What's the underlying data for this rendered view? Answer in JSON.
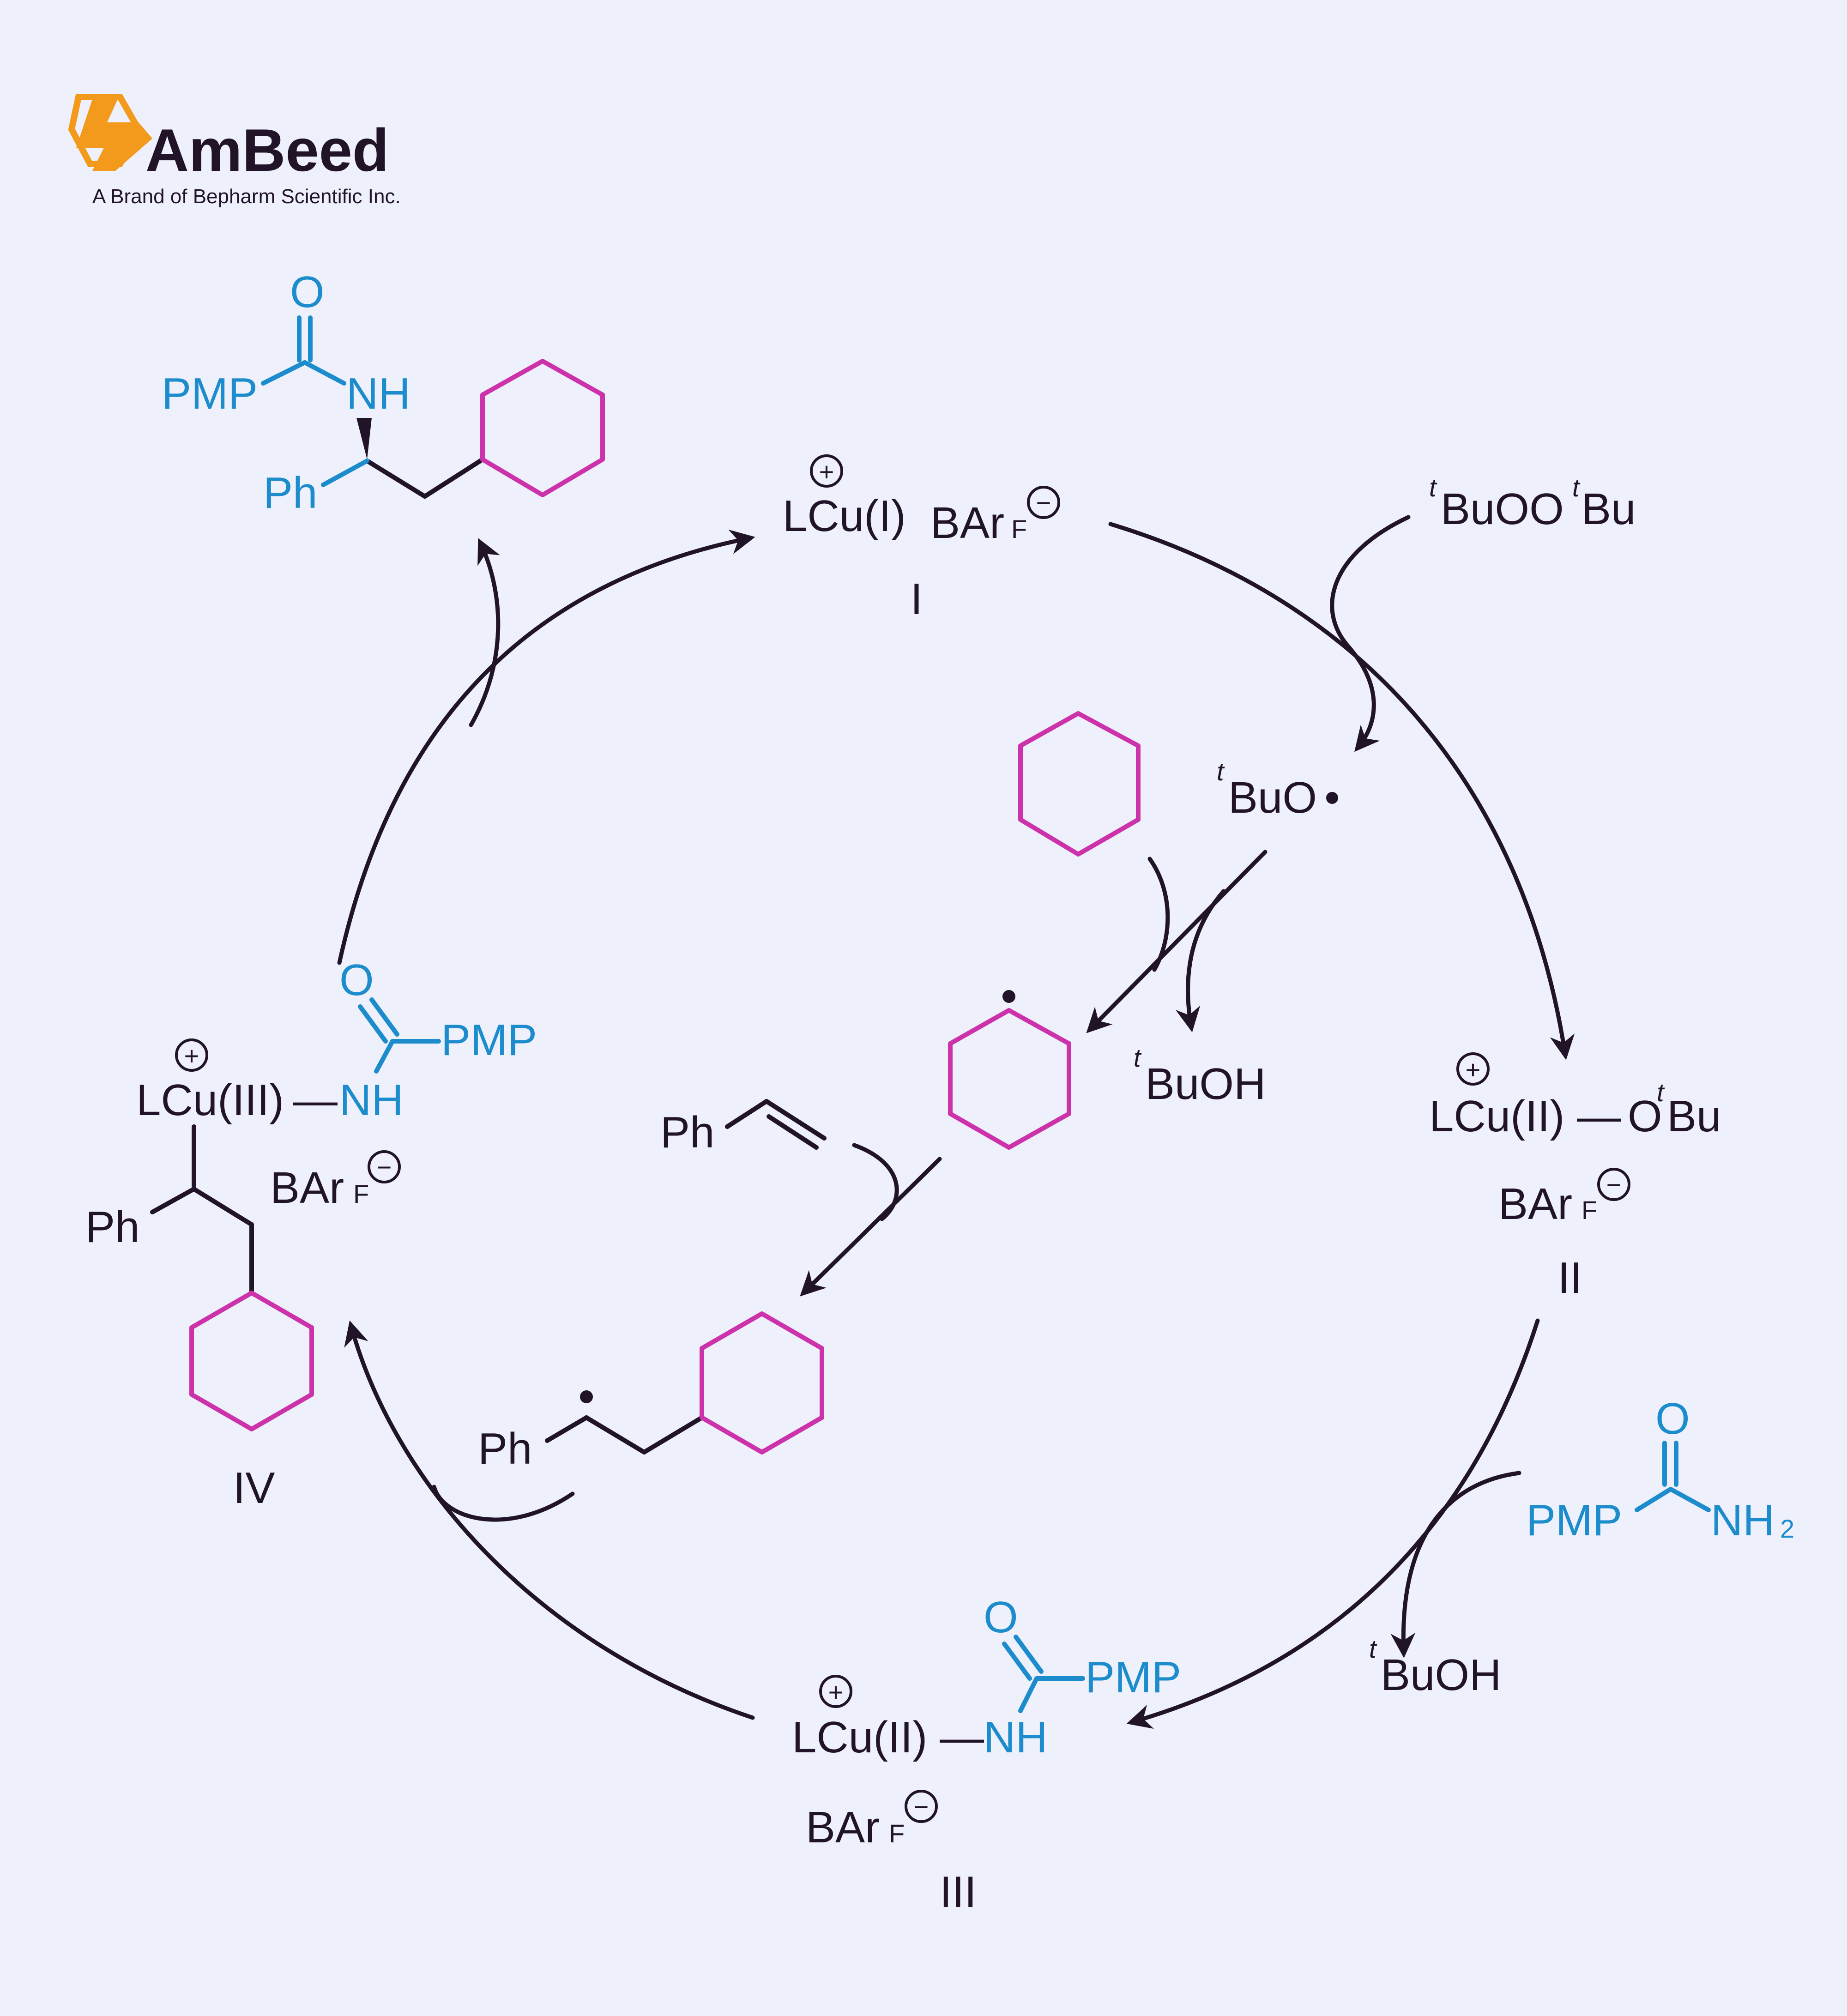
{
  "logo": {
    "brand": "AmBeed",
    "tagline": "A Brand of Bepharm Scientific Inc.",
    "colors": {
      "orange": "#f39a1c",
      "dark": "#221428"
    }
  },
  "colors": {
    "background": "#eef1fb",
    "ink": "#221428",
    "amide_blue": "#1c8ccc",
    "ring_magenta": "#cc33aa"
  },
  "labels": {
    "O": "O",
    "NH": "NH",
    "NH2": "NH",
    "sub2": "2",
    "PMP": "PMP",
    "Ph": "Ph",
    "t": "t",
    "BArF": "BAr",
    "F": "F",
    "plus": "+",
    "minus": "−"
  },
  "species": {
    "I": {
      "formula": "LCu(I)",
      "counterion": "BAr",
      "roman": "I"
    },
    "II": {
      "formula": "LCu(II)",
      "bond": "—",
      "ligand_o": "O",
      "ligand_bu": "Bu",
      "counterion": "BAr",
      "roman": "II"
    },
    "III": {
      "formula": "LCu(II)",
      "bond": "—",
      "ligand": "NH",
      "counterion": "BAr",
      "roman": "III"
    },
    "IV": {
      "formula": "LCu(III)",
      "bond": "—",
      "ligand": "NH",
      "counterion": "BAr",
      "roman": "IV"
    }
  },
  "reagents": {
    "peroxide": "BuOO",
    "peroxide_end": "Bu",
    "alkoxy_radical": "BuO",
    "radical_dot": "•",
    "alcohol_1": "BuOH",
    "alcohol_2": "BuOH"
  }
}
